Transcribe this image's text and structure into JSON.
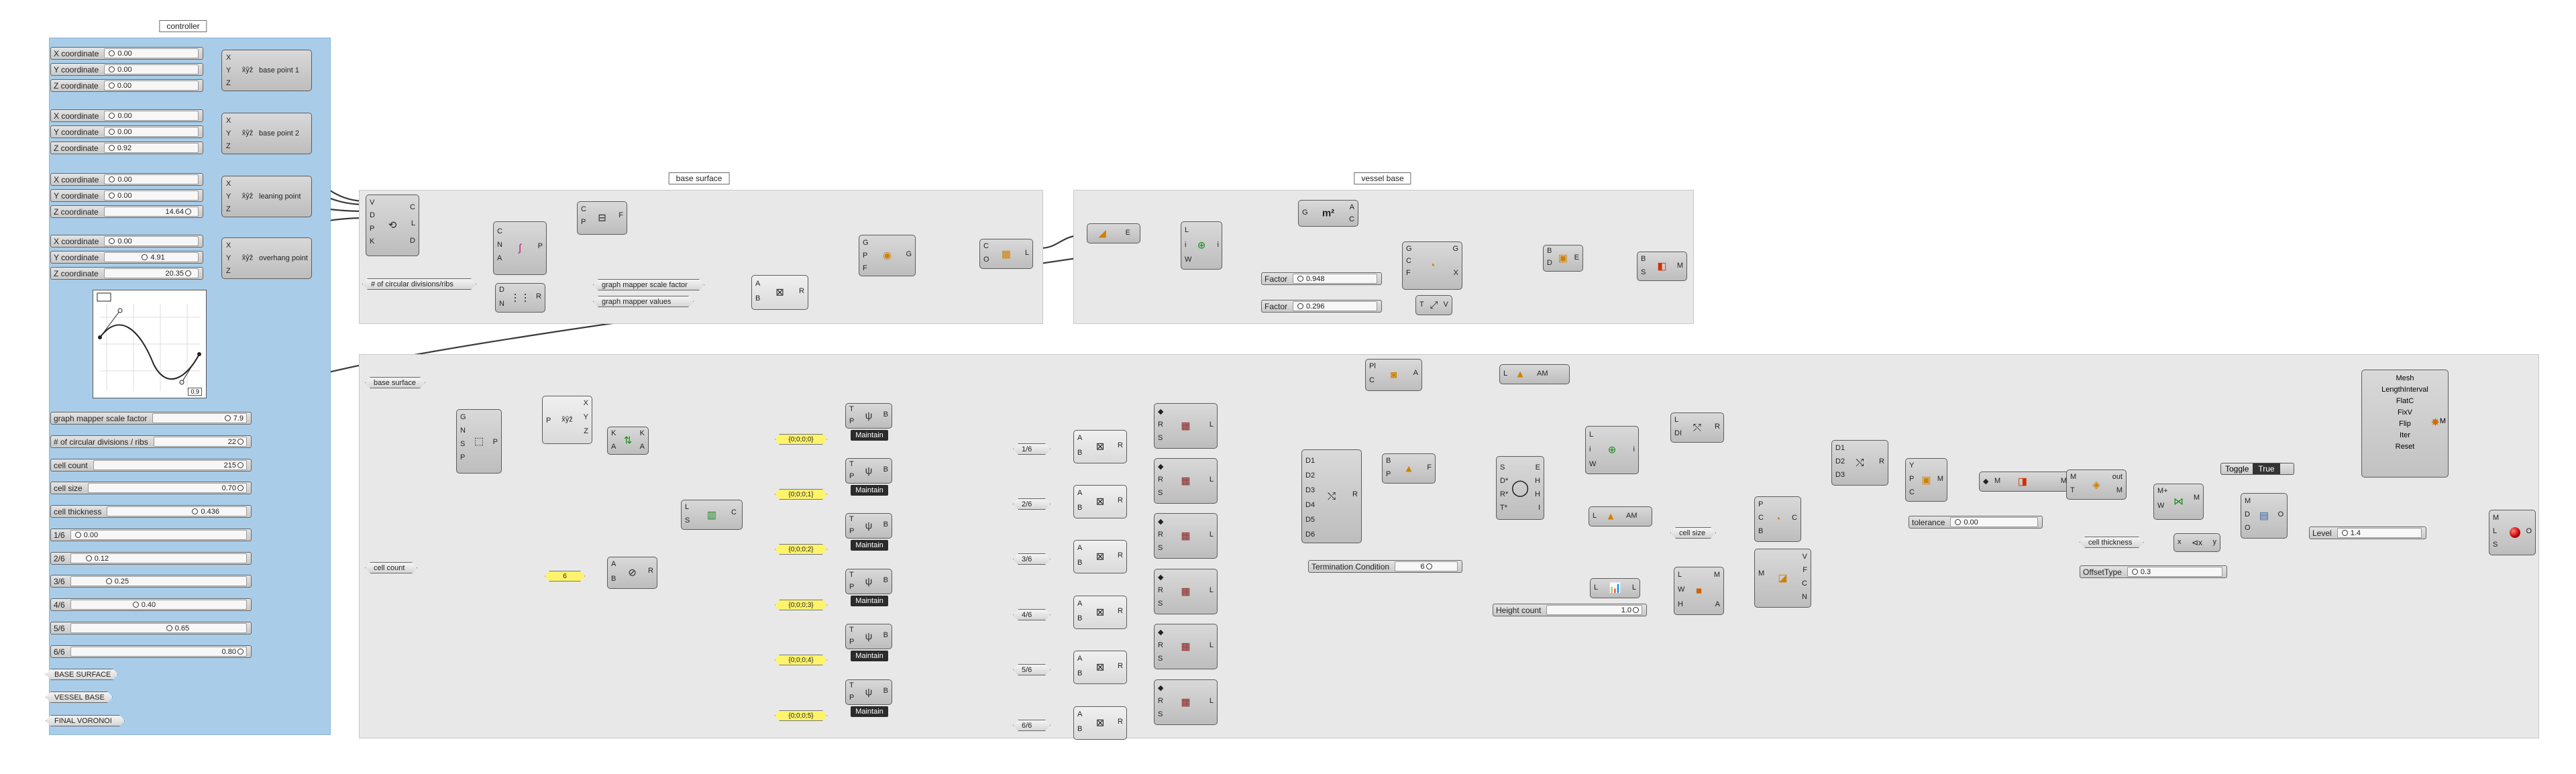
{
  "groups": {
    "controller": "controller",
    "base_surface": "base surface",
    "vessel_base": "vessel base"
  },
  "controller": {
    "points": [
      {
        "name": "base point 1",
        "x_label": "X coordinate",
        "x_value": "0.00",
        "y_label": "Y coordinate",
        "y_value": "0.00",
        "z_label": "Z coordinate",
        "z_value": "0.00"
      },
      {
        "name": "base point 2",
        "x_label": "X coordinate",
        "x_value": "0.00",
        "y_label": "Y coordinate",
        "y_value": "0.00",
        "z_label": "Z coordinate",
        "z_value": "0.92"
      },
      {
        "name": "leaning point",
        "x_label": "X coordinate",
        "x_value": "0.00",
        "y_label": "Y coordinate",
        "y_value": "0.00",
        "z_label": "Z coordinate",
        "z_value": "14.64"
      },
      {
        "name": "overhang point",
        "x_label": "X coordinate",
        "x_value": "0.00",
        "y_label": "Y coordinate",
        "y_value": "4.91",
        "z_label": "Z coordinate",
        "z_value": "20.35"
      }
    ],
    "graph_value": "0.9",
    "sliders": [
      {
        "label": "graph mapper scale factor",
        "value": "7.9"
      },
      {
        "label": "# of circular divisions / ribs",
        "value": "22"
      },
      {
        "label": "cell count",
        "value": "215"
      },
      {
        "label": "cell size",
        "value": "0.70"
      },
      {
        "label": "cell thickness",
        "value": "0.436"
      },
      {
        "label": "1/6",
        "value": "0.00"
      },
      {
        "label": "2/6",
        "value": "0.12"
      },
      {
        "label": "3/6",
        "value": "0.25"
      },
      {
        "label": "4/6",
        "value": "0.40"
      },
      {
        "label": "5/6",
        "value": "0.65"
      },
      {
        "label": "6/6",
        "value": "0.80"
      }
    ],
    "outputs": [
      "BASE SURFACE",
      "VESSEL BASE",
      "FINAL VORONOI"
    ]
  },
  "base_surface": {
    "circ_divisions": "# of circular divisions/ribs",
    "graph_scale": "graph mapper scale factor",
    "graph_values": "graph mapper values"
  },
  "vessel_base": {
    "factor1_label": "Factor",
    "factor1_value": "0.948",
    "factor2_label": "Factor",
    "factor2_value": "0.296"
  },
  "main": {
    "base_surface_param": "base surface",
    "cell_count_param": "cell count",
    "count_value": "6",
    "relays": [
      {
        "tree": "{0;0;0;0}",
        "maintain": "Maintain",
        "fraction": "1/6"
      },
      {
        "tree": "{0;0;0;1}",
        "maintain": "Maintain",
        "fraction": "2/6"
      },
      {
        "tree": "{0;0;0;2}",
        "maintain": "Maintain",
        "fraction": "3/6"
      },
      {
        "tree": "{0;0;0;3}",
        "maintain": "Maintain",
        "fraction": "4/6"
      },
      {
        "tree": "{0;0;0;4}",
        "maintain": "Maintain",
        "fraction": "5/6"
      },
      {
        "tree": "{0;0;0;5}",
        "maintain": "Maintain",
        "fraction": "6/6"
      }
    ],
    "termination_label": "Termination Condition",
    "termination_value": "6",
    "height_label": "Height count",
    "height_value": "1.0",
    "cell_size": "cell size",
    "tolerance_label": "tolerance",
    "tolerance_value": "0.00",
    "cell_thickness": "cell thickness",
    "offset_label": "OffsetType",
    "offset_value": "0.3",
    "level_label": "Level",
    "level_value": "1.4",
    "toggle_label": "Toggle",
    "toggle_value": "True",
    "mesh_outputs": [
      "Mesh",
      "LengthInterval",
      "FlatC",
      "FixV",
      "Flip",
      "Iter",
      "Reset"
    ]
  }
}
